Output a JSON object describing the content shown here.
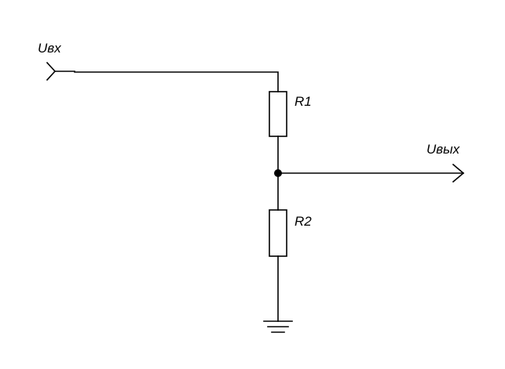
{
  "diagram": {
    "labels": {
      "input_voltage": "Uвх",
      "output_voltage": "Uвых",
      "resistor_top": "R1",
      "resistor_bottom": "R2"
    },
    "line_color": "#000000",
    "background_color": "#ffffff"
  }
}
